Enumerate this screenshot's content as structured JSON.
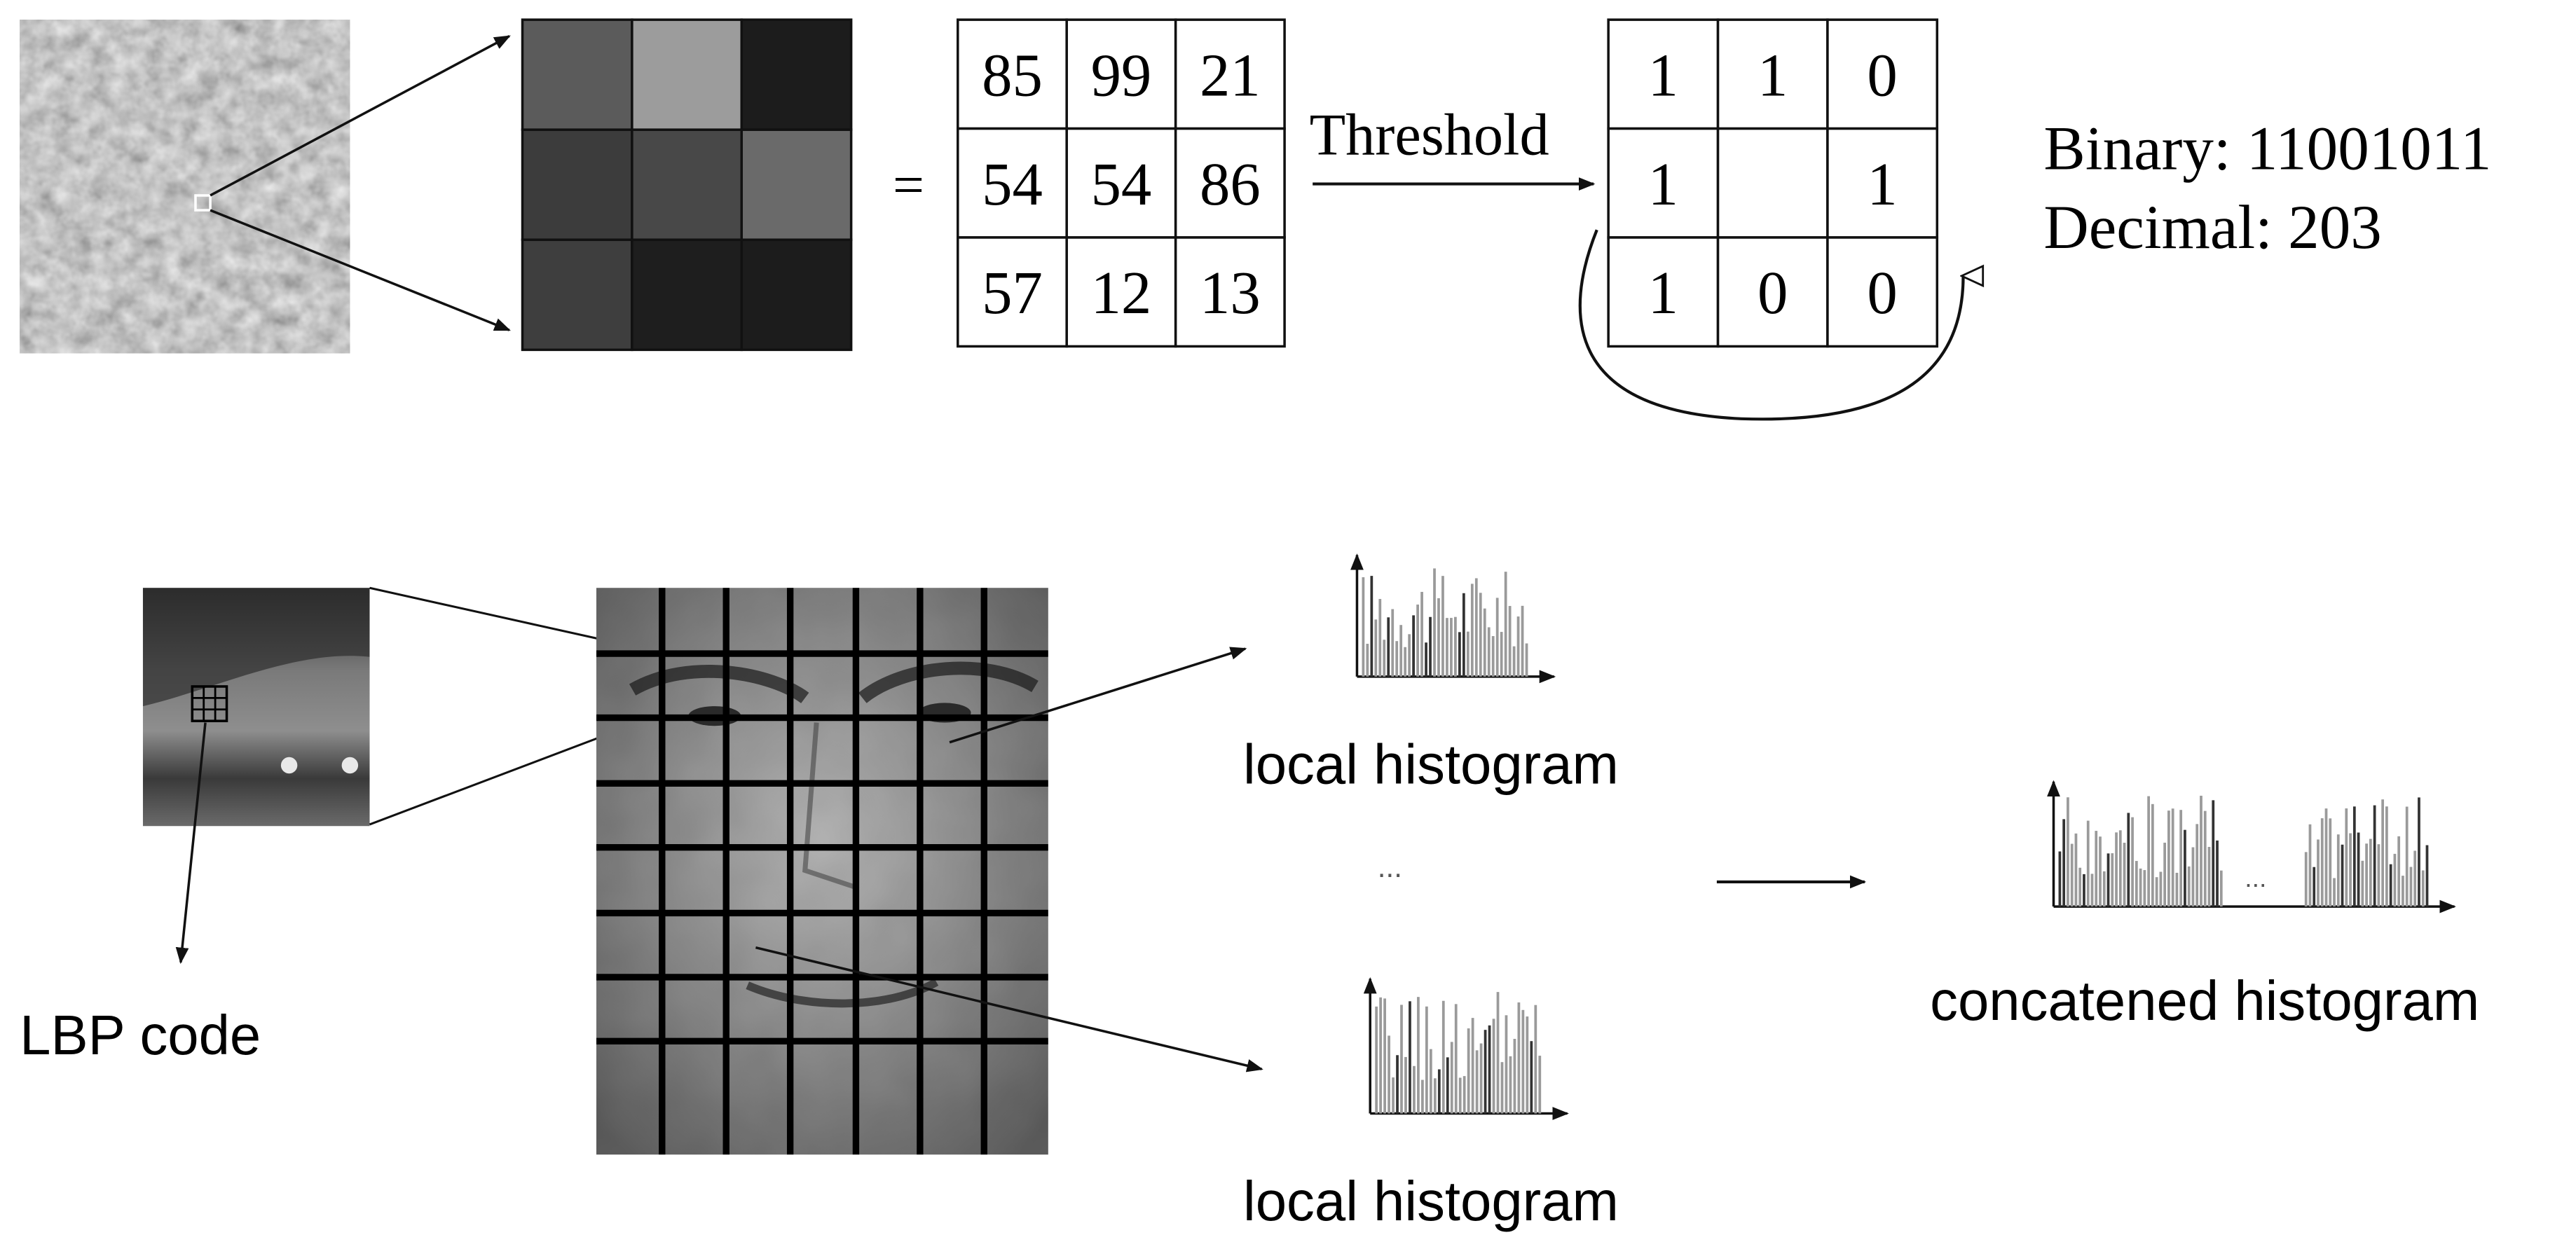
{
  "top_row": {
    "pixel_matrix": [
      [
        85,
        99,
        21
      ],
      [
        54,
        54,
        86
      ],
      [
        57,
        12,
        13
      ]
    ],
    "equals_sign": "=",
    "threshold_label": "Threshold",
    "binary_matrix": [
      [
        "1",
        "1",
        "0"
      ],
      [
        "1",
        "",
        "1"
      ],
      [
        "1",
        "0",
        "0"
      ]
    ],
    "binary_line": "Binary: 11001011",
    "decimal_line": "Decimal: 203"
  },
  "bottom_row": {
    "lbp_code_label": "LBP code",
    "local_histogram_top_label": "local histogram",
    "local_histogram_bottom_label": "local histogram",
    "ellipsis_middle": "...",
    "concatenated_label": "concatened histogram",
    "concat_ellipsis": "..."
  },
  "colors": {
    "ink": "#111111",
    "hist_bar": "#9a9a9a",
    "hist_bar_dark": "#333333",
    "patch_grays": [
      [
        "#5b5b5b",
        "#9c9c9c",
        "#1c1c1c"
      ],
      [
        "#3c3c3c",
        "#484848",
        "#6a6a6a"
      ],
      [
        "#3e3e3e",
        "#1e1e1e",
        "#1c1c1c"
      ]
    ]
  }
}
